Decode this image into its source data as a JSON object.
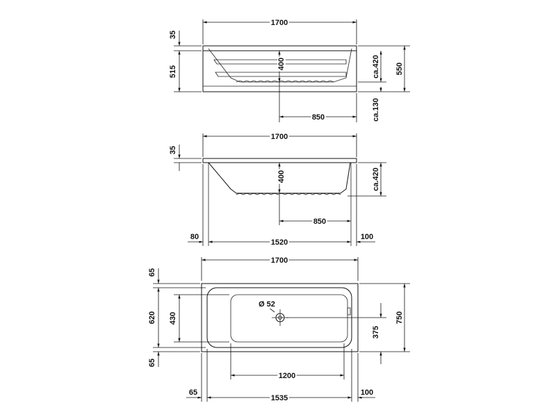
{
  "views": {
    "side": {
      "length": "1700",
      "rim": "35",
      "side_height": "515",
      "depth": "400",
      "height_ca": "ca.420",
      "total_height": "550",
      "drain_offset": "850",
      "feet_ca": "ca.130"
    },
    "section": {
      "length": "1700",
      "rim": "35",
      "depth": "400",
      "height_ca": "ca.420",
      "drain_offset": "850",
      "left_inset": "80",
      "inner_length": "1520",
      "right_inset": "100"
    },
    "plan": {
      "length": "1700",
      "rim_top": "65",
      "inner_width": "620",
      "floor_width": "430",
      "rim_bottom": "65",
      "drain_diameter": "Ø 52",
      "drain_center": "375",
      "total_width": "750",
      "floor_length": "1200",
      "left_inset": "65",
      "inner_length": "1535",
      "right_inset": "100"
    }
  }
}
